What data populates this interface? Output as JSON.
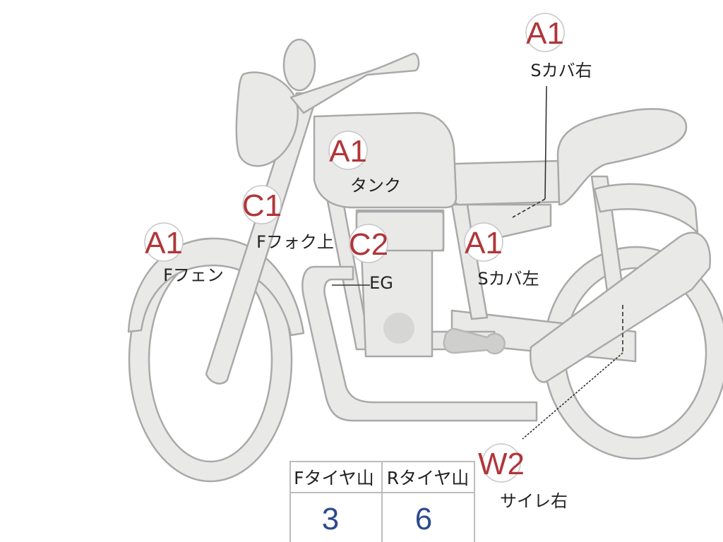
{
  "colors": {
    "body_fill": "#e9e9e7",
    "body_stroke": "#a9a9a9",
    "grade_red": "#b0363a",
    "value_blue": "#2d4a8e",
    "badge_fill": "#ffffff"
  },
  "labels": {
    "s_cover_right": {
      "grade": "A1",
      "part": "Sカバ右"
    },
    "tank": {
      "grade": "A1",
      "part": "タンク"
    },
    "front_fork": {
      "grade": "C1",
      "part": "Fフォク上"
    },
    "front_fender": {
      "grade": "A1",
      "part": "Fフェン"
    },
    "engine": {
      "grade": "C2",
      "part": "EG"
    },
    "s_cover_left": {
      "grade": "A1",
      "part": "Sカバ左"
    },
    "side_right": {
      "grade": "W2",
      "part": "サイレ右"
    }
  },
  "tread_table": {
    "headers": [
      "Fタイヤ山",
      "Rタイヤ山"
    ],
    "values": [
      "3",
      "6"
    ]
  }
}
